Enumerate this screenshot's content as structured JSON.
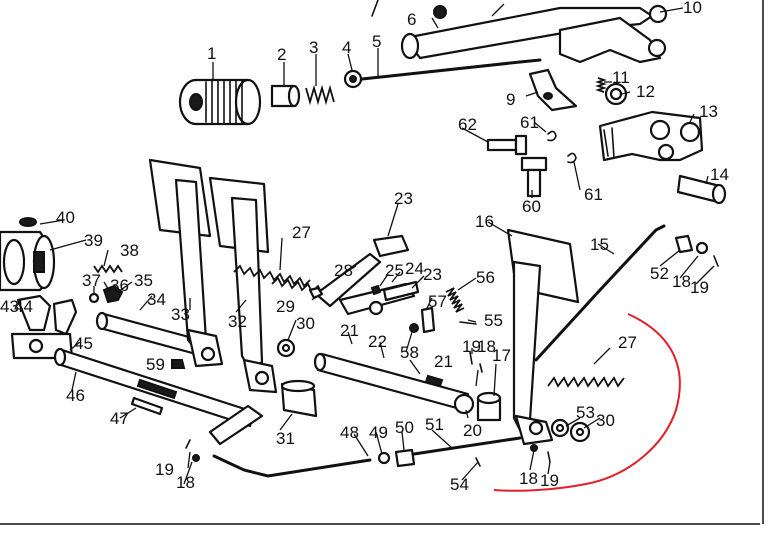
{
  "callouts": [
    {
      "id": "c1",
      "text": "1"
    },
    {
      "id": "c2",
      "text": "2"
    },
    {
      "id": "c3",
      "text": "3"
    },
    {
      "id": "c4",
      "text": "4"
    },
    {
      "id": "c5",
      "text": "5"
    },
    {
      "id": "c6",
      "text": "6"
    },
    {
      "id": "c9",
      "text": "9"
    },
    {
      "id": "c10",
      "text": "10"
    },
    {
      "id": "c11",
      "text": "11"
    },
    {
      "id": "c12",
      "text": "12"
    },
    {
      "id": "c13",
      "text": "13"
    },
    {
      "id": "c14",
      "text": "14"
    },
    {
      "id": "c15",
      "text": "15"
    },
    {
      "id": "c16",
      "text": "16"
    },
    {
      "id": "c17",
      "text": "17"
    },
    {
      "id": "c18a",
      "text": "18"
    },
    {
      "id": "c18b",
      "text": "18"
    },
    {
      "id": "c18c",
      "text": "18"
    },
    {
      "id": "c18d",
      "text": "18"
    },
    {
      "id": "c19a",
      "text": "19"
    },
    {
      "id": "c19b",
      "text": "19"
    },
    {
      "id": "c19c",
      "text": "19"
    },
    {
      "id": "c19d",
      "text": "19"
    },
    {
      "id": "c20",
      "text": "20"
    },
    {
      "id": "c21a",
      "text": "21"
    },
    {
      "id": "c21b",
      "text": "21"
    },
    {
      "id": "c22",
      "text": "22"
    },
    {
      "id": "c23a",
      "text": "23"
    },
    {
      "id": "c23b",
      "text": "23"
    },
    {
      "id": "c24",
      "text": "24"
    },
    {
      "id": "c25",
      "text": "25"
    },
    {
      "id": "c27a",
      "text": "27"
    },
    {
      "id": "c27b",
      "text": "27"
    },
    {
      "id": "c28",
      "text": "28"
    },
    {
      "id": "c29",
      "text": "29"
    },
    {
      "id": "c30a",
      "text": "30"
    },
    {
      "id": "c30b",
      "text": "30"
    },
    {
      "id": "c31",
      "text": "31"
    },
    {
      "id": "c32",
      "text": "32"
    },
    {
      "id": "c33",
      "text": "33"
    },
    {
      "id": "c34",
      "text": "34"
    },
    {
      "id": "c35",
      "text": "35"
    },
    {
      "id": "c36",
      "text": "36"
    },
    {
      "id": "c37",
      "text": "37"
    },
    {
      "id": "c38",
      "text": "38"
    },
    {
      "id": "c39",
      "text": "39"
    },
    {
      "id": "c40",
      "text": "40"
    },
    {
      "id": "c43",
      "text": "43"
    },
    {
      "id": "c44",
      "text": "44"
    },
    {
      "id": "c45",
      "text": "45"
    },
    {
      "id": "c46",
      "text": "46"
    },
    {
      "id": "c47",
      "text": "47"
    },
    {
      "id": "c48",
      "text": "48"
    },
    {
      "id": "c49",
      "text": "49"
    },
    {
      "id": "c50",
      "text": "50"
    },
    {
      "id": "c51",
      "text": "51"
    },
    {
      "id": "c52",
      "text": "52"
    },
    {
      "id": "c53",
      "text": "53"
    },
    {
      "id": "c54",
      "text": "54"
    },
    {
      "id": "c55",
      "text": "55"
    },
    {
      "id": "c56",
      "text": "56"
    },
    {
      "id": "c57",
      "text": "57"
    },
    {
      "id": "c58",
      "text": "58"
    },
    {
      "id": "c59",
      "text": "59"
    },
    {
      "id": "c60",
      "text": "60"
    },
    {
      "id": "c61a",
      "text": "61"
    },
    {
      "id": "c61b",
      "text": "61"
    },
    {
      "id": "c62",
      "text": "62"
    }
  ],
  "colors": {
    "ink": "#111111",
    "paper": "#ffffff",
    "annotation": "#e0202a"
  }
}
